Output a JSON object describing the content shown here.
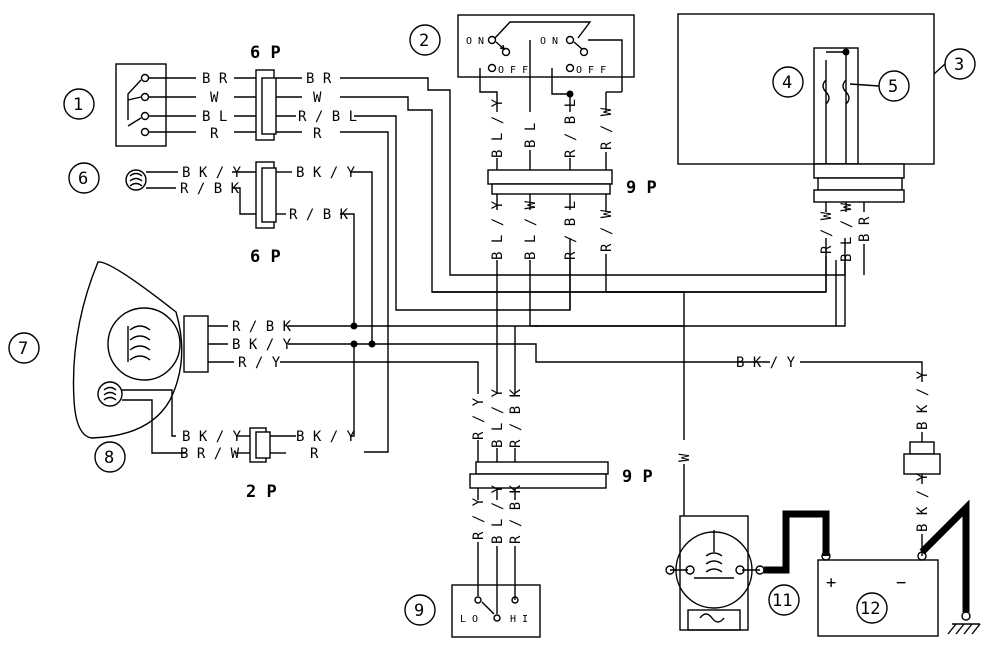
{
  "connectors": {
    "c6p_top": "6 P",
    "c6p_bottom": "6 P",
    "c2p": "2 P",
    "c9p_switch": "9 P",
    "c9p_mid": "9 P"
  },
  "callouts": {
    "n1": "1",
    "n2": "2",
    "n3": "3",
    "n4": "4",
    "n5": "5",
    "n6": "6",
    "n7": "7",
    "n8": "8",
    "n9": "9",
    "n11": "11",
    "n12": "12"
  },
  "wires": {
    "br": "B R",
    "w": "W",
    "bl": "B L",
    "r": "R",
    "r_bl": "R / B L",
    "bk_y": "B K / Y",
    "r_bk": "R / B K",
    "r_y": "R / Y",
    "br_w": "B R / W",
    "v_bl_y": "B L / Y",
    "v_bl": "B L",
    "v_r_bl": "R / B L",
    "v_r_w": "R / W",
    "v_bl_w": "B L / W",
    "v_br": "B R",
    "v_r_y": "R / Y",
    "v_r_bk": "R / B K",
    "v_w": "W",
    "v_bk_y": "B K / Y"
  },
  "switch_labels": {
    "on1": "O N",
    "off1": "O F F",
    "on2": "O N",
    "off2": "O F F",
    "lo": "L O",
    "hi": "H I"
  },
  "battery": {
    "plus": "+",
    "minus": "−"
  }
}
